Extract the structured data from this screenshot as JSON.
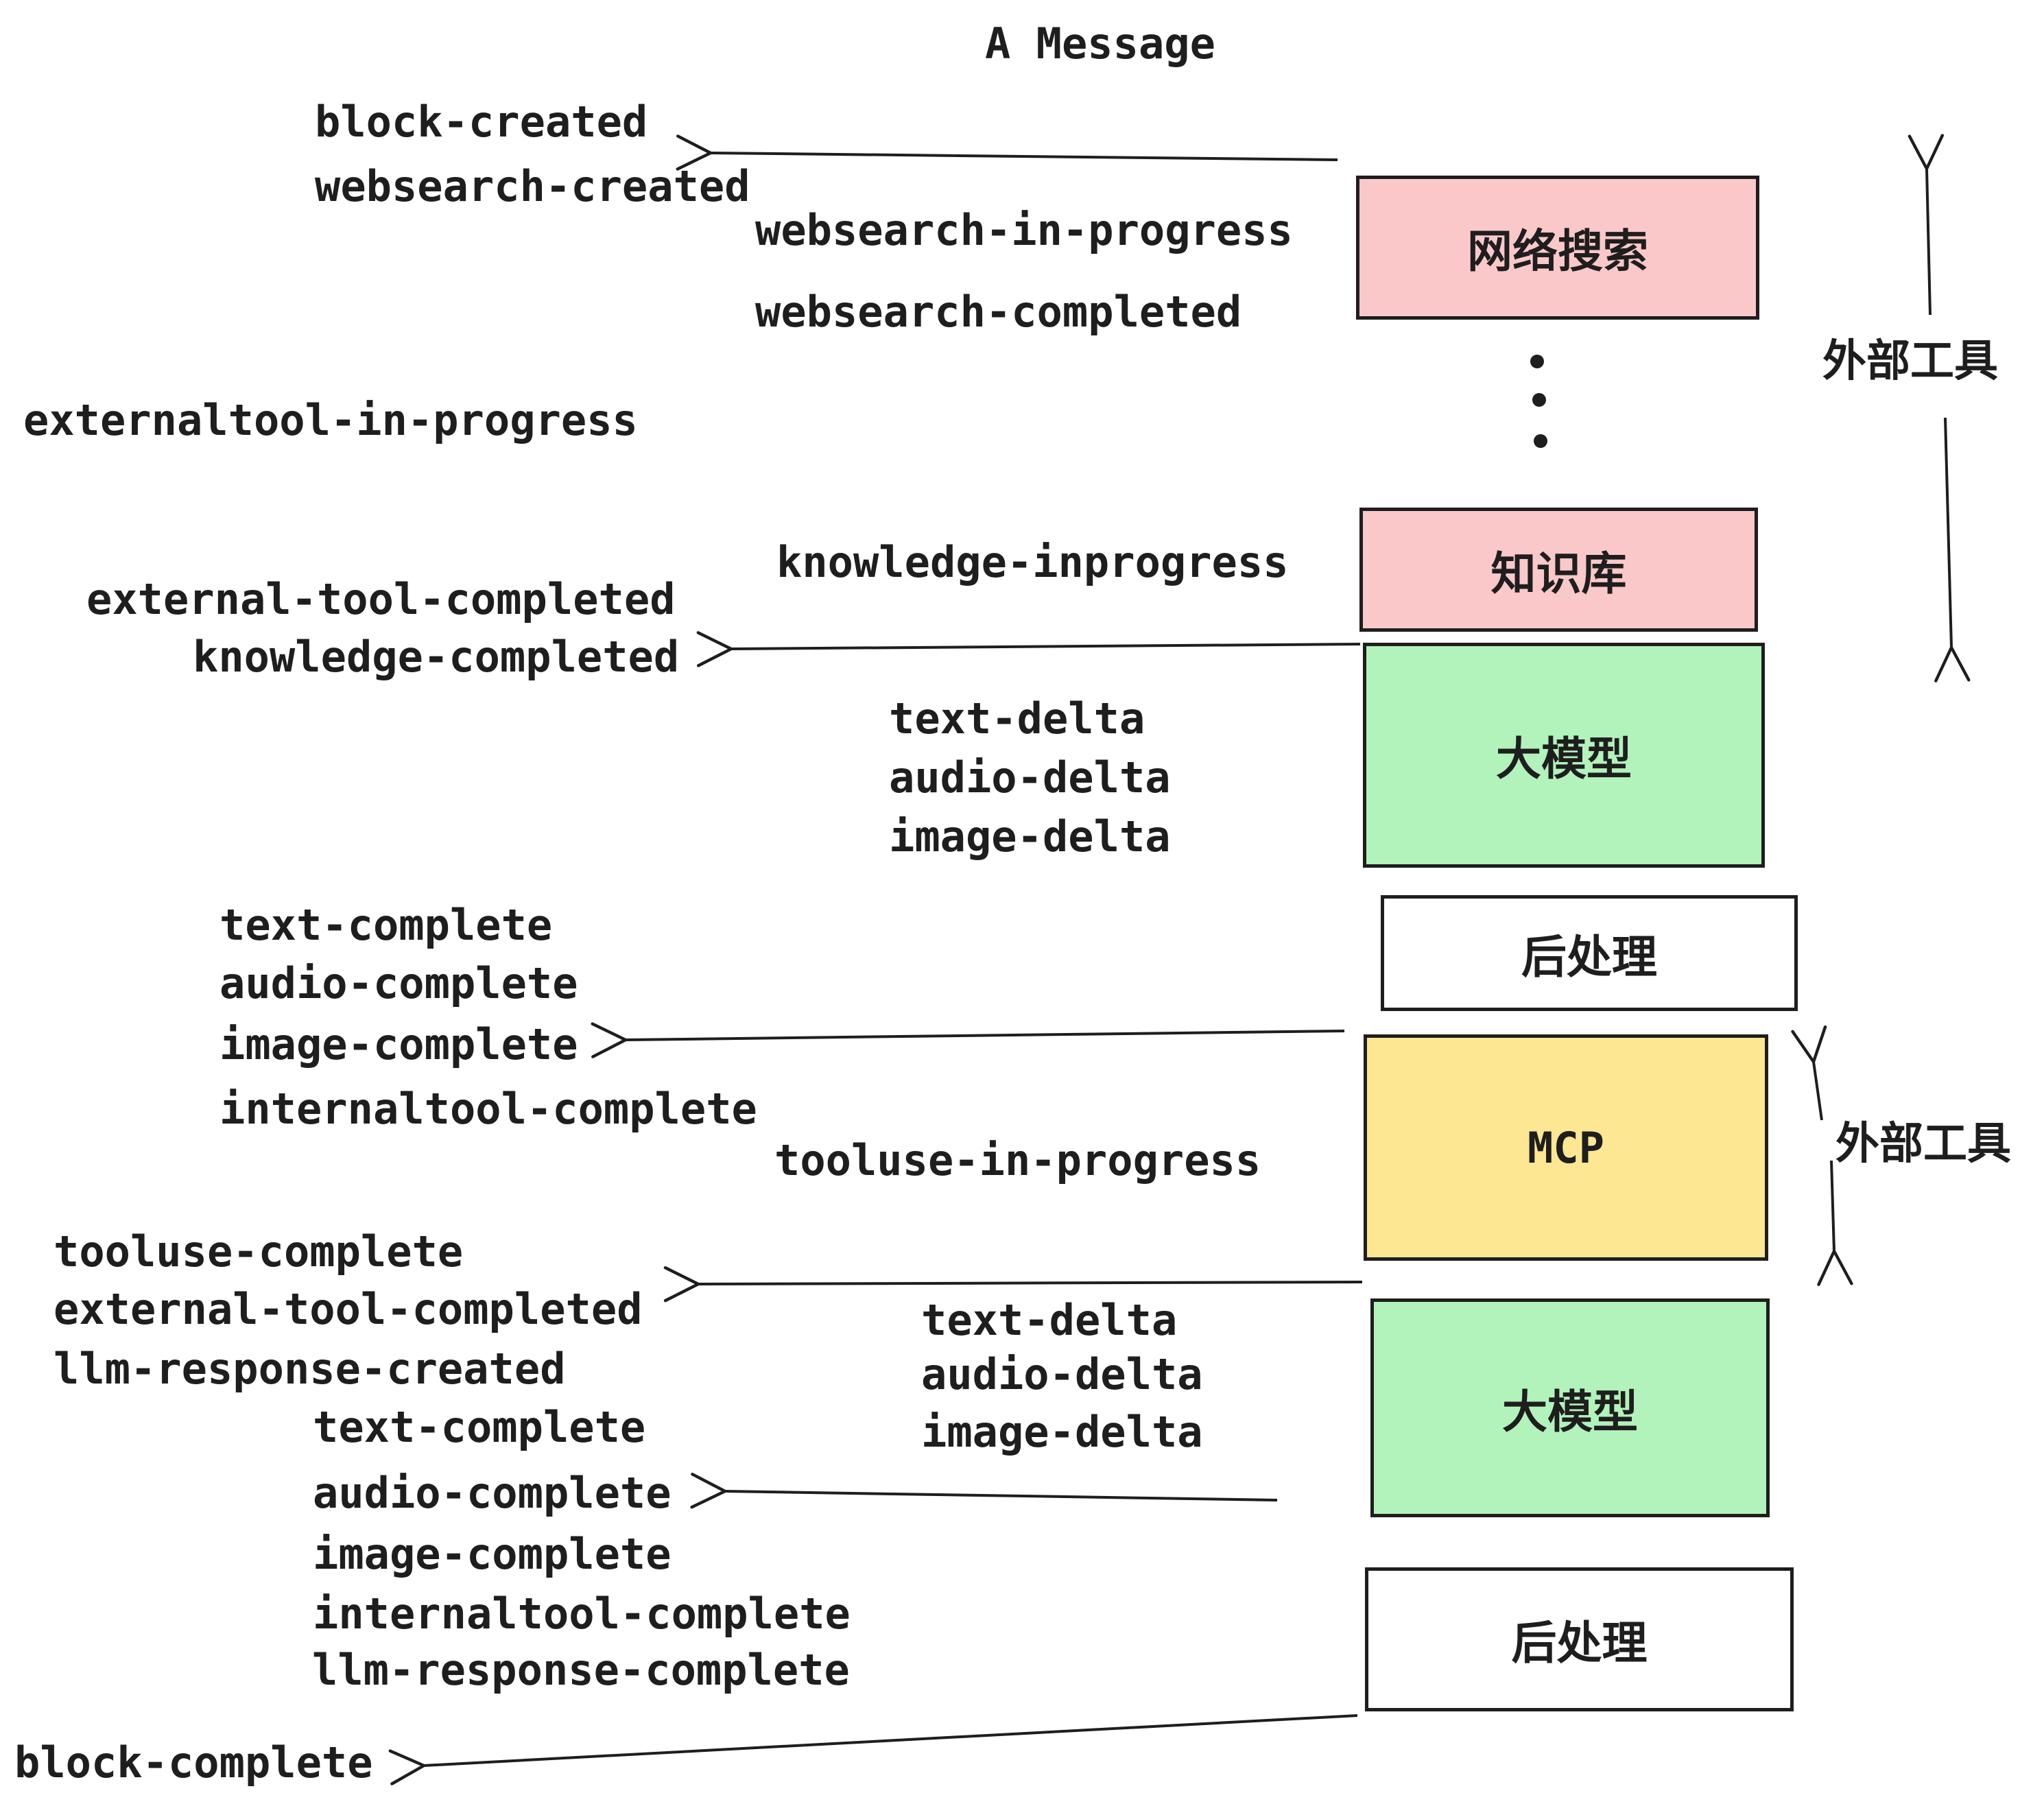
{
  "title": "A Message",
  "colors": {
    "ink": "#1e1e1e",
    "pink": "#fbc8ca",
    "green": "#b2f2bb",
    "yellow": "#fde793",
    "white": "#ffffff"
  },
  "boxes": [
    {
      "id": "websearch",
      "label": "网络搜索",
      "color": "#fbc8ca"
    },
    {
      "id": "knowledge",
      "label": "知识库",
      "color": "#fbc8ca"
    },
    {
      "id": "llm-1",
      "label": "大模型",
      "color": "#b2f2bb"
    },
    {
      "id": "post-1",
      "label": "后处理",
      "color": "#ffffff"
    },
    {
      "id": "mcp",
      "label": "MCP",
      "color": "#fde793"
    },
    {
      "id": "llm-2",
      "label": "大模型",
      "color": "#b2f2bb"
    },
    {
      "id": "post-2",
      "label": "后处理",
      "color": "#ffffff"
    }
  ],
  "side_labels": [
    {
      "text": "外部工具"
    },
    {
      "text": "外部工具"
    }
  ],
  "events": [
    {
      "text": "block-created"
    },
    {
      "text": "websearch-created"
    },
    {
      "text": "websearch-in-progress"
    },
    {
      "text": "websearch-completed"
    },
    {
      "text": "externaltool-in-progress"
    },
    {
      "text": "knowledge-inprogress"
    },
    {
      "text": "external-tool-completed"
    },
    {
      "text": "knowledge-completed"
    },
    {
      "text": "text-delta"
    },
    {
      "text": "audio-delta"
    },
    {
      "text": "image-delta"
    },
    {
      "text": "text-complete"
    },
    {
      "text": "audio-complete"
    },
    {
      "text": "image-complete"
    },
    {
      "text": "internaltool-complete"
    },
    {
      "text": "tooluse-in-progress"
    },
    {
      "text": "tooluse-complete"
    },
    {
      "text": "external-tool-completed"
    },
    {
      "text": "llm-response-created"
    },
    {
      "text": "text-delta"
    },
    {
      "text": "audio-delta"
    },
    {
      "text": "image-delta"
    },
    {
      "text": "text-complete"
    },
    {
      "text": "audio-complete"
    },
    {
      "text": "image-complete"
    },
    {
      "text": "internaltool-complete"
    },
    {
      "text": "llm-response-complete"
    },
    {
      "text": "block-complete"
    }
  ]
}
